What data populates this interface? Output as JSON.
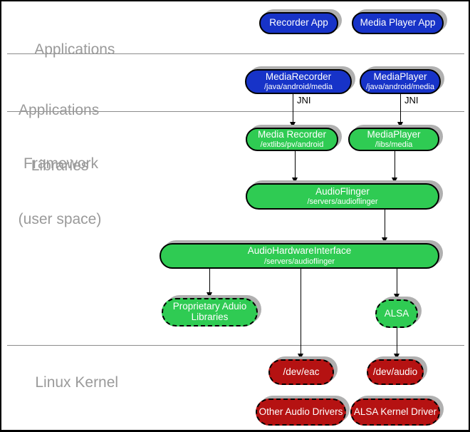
{
  "colors": {
    "app_blue": "#1733C8",
    "lib_green": "#2FCB53",
    "kernel_red": "#B51212",
    "shadow": "#b0b0b0",
    "label_gray": "#9a9a9a"
  },
  "section_labels": {
    "applications": "Applications",
    "framework_line1": "Applications",
    "framework_line2": "Framework",
    "libraries_line1": "Libraries",
    "libraries_line2": "(user space)",
    "kernel": "Linux Kernel"
  },
  "nodes": {
    "recorder_app": {
      "label": "Recorder App"
    },
    "media_player_app": {
      "label": "Media Player App"
    },
    "media_recorder_fw": {
      "title": "MediaRecorder",
      "path": "/java/android/media"
    },
    "media_player_fw": {
      "title": "MediaPlayer",
      "path": "/java/android/media"
    },
    "media_recorder_lib": {
      "title": "Media Recorder",
      "path": "/extlibs/pv/android"
    },
    "media_player_lib": {
      "title": "MediaPlayer",
      "path": "/libs/media"
    },
    "audioflinger": {
      "title": "AudioFlinger",
      "path": "/servers/audioflinger"
    },
    "audio_hardware_interface": {
      "title": "AudioHardwareInterface",
      "path": "/servers/audioflinger"
    },
    "proprietary_audio_libraries": {
      "line1": "Proprietary Aduio",
      "line2": "Libraries"
    },
    "alsa": {
      "label": "ALSA"
    },
    "dev_eac": {
      "label": "/dev/eac"
    },
    "dev_audio": {
      "label": "/dev/audio"
    },
    "other_audio_drivers": {
      "label": "Other Audio Drivers"
    },
    "alsa_kernel_driver": {
      "label": "ALSA Kernel Driver"
    }
  },
  "edge_labels": {
    "jni_left": "JNI",
    "jni_right": "JNI"
  },
  "edges": [
    {
      "from": "media_recorder_fw",
      "to": "media_recorder_lib",
      "label": "JNI"
    },
    {
      "from": "media_player_fw",
      "to": "media_player_lib",
      "label": "JNI"
    },
    {
      "from": "media_recorder_lib",
      "to": "audioflinger",
      "label": ""
    },
    {
      "from": "media_player_lib",
      "to": "audioflinger",
      "label": ""
    },
    {
      "from": "audioflinger",
      "to": "audio_hardware_interface",
      "label": ""
    },
    {
      "from": "audio_hardware_interface",
      "to": "proprietary_audio_libraries",
      "label": ""
    },
    {
      "from": "audio_hardware_interface",
      "to": "alsa",
      "label": ""
    },
    {
      "from": "audio_hardware_interface",
      "to": "dev_eac",
      "label": ""
    },
    {
      "from": "alsa",
      "to": "dev_audio",
      "label": ""
    }
  ]
}
